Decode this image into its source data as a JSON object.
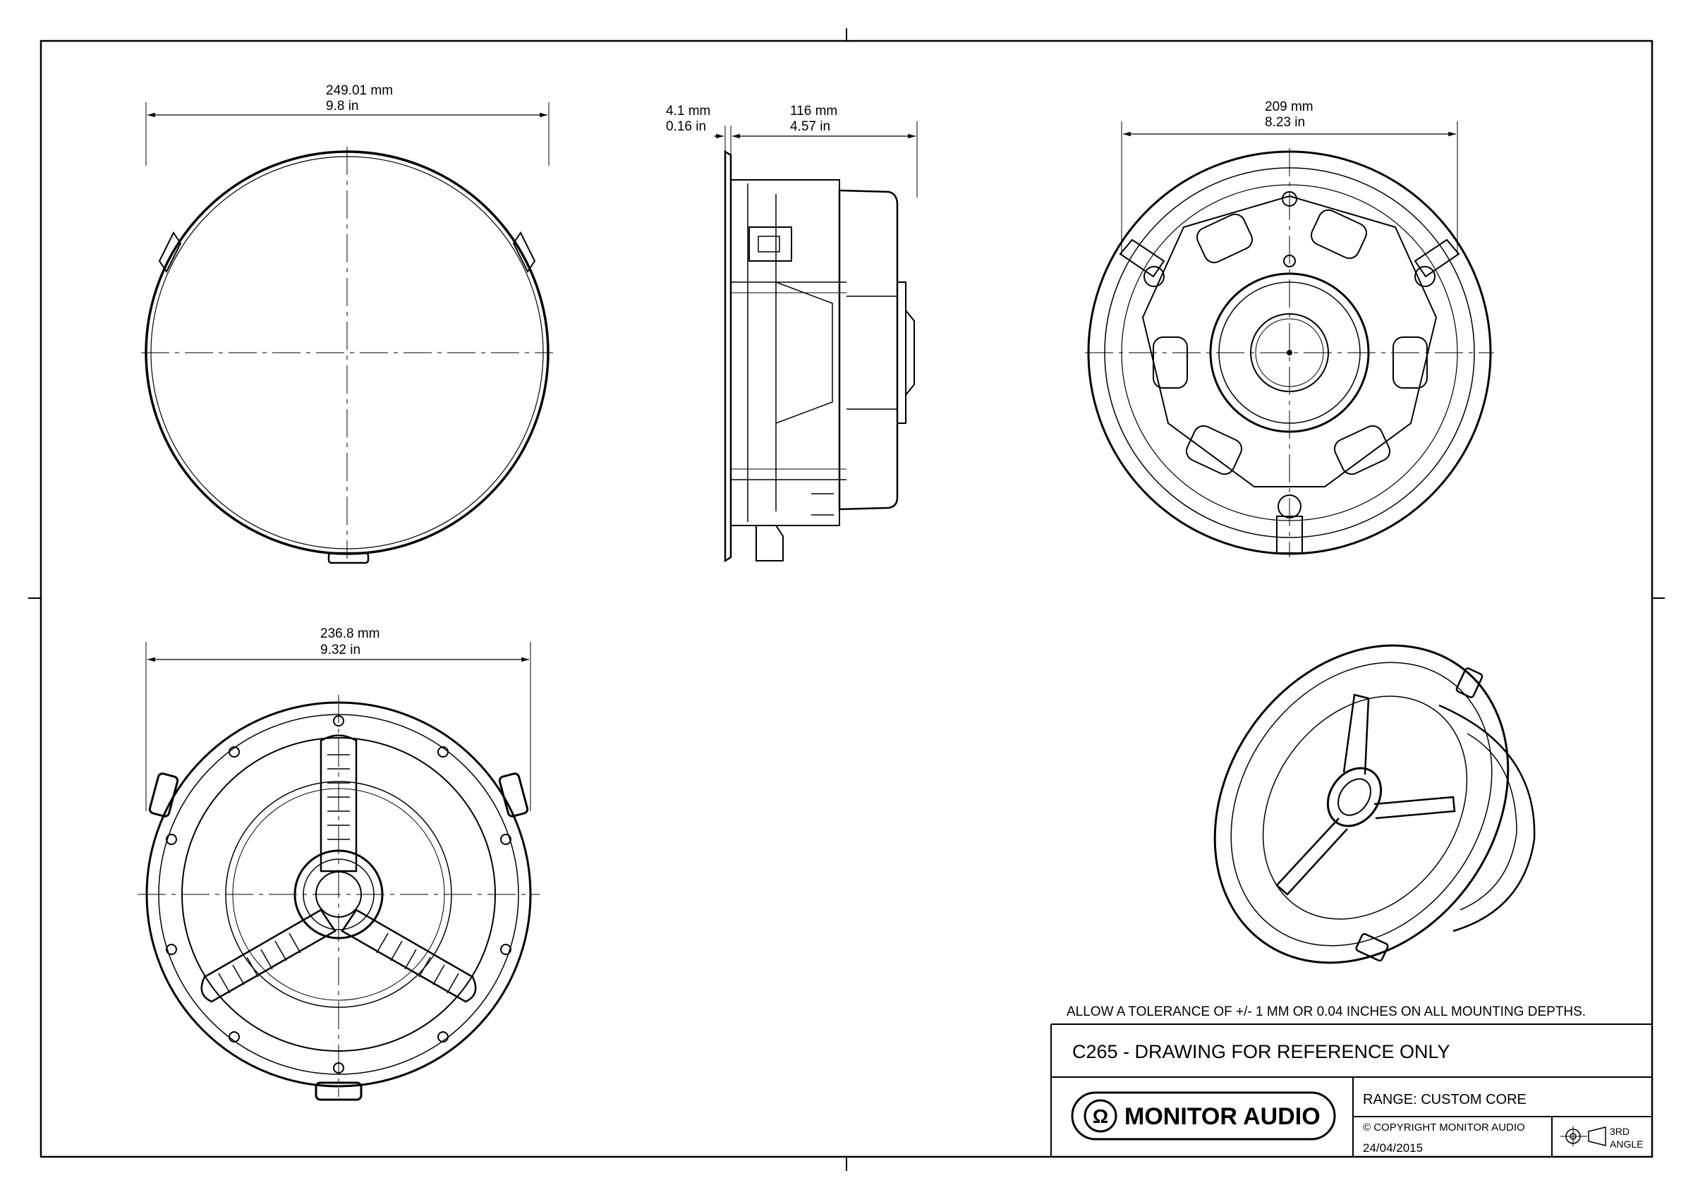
{
  "dimensions": {
    "front_diameter": {
      "mm": "249.01 mm",
      "in": "9.8 in"
    },
    "flange_depth": {
      "mm": "4.1 mm",
      "in": "0.16 in"
    },
    "mounting_depth": {
      "mm": "116 mm",
      "in": "4.57 in"
    },
    "cutout_diameter": {
      "mm": "209 mm",
      "in": "8.23 in"
    },
    "outer_diameter": {
      "mm": "236.8 mm",
      "in": "9.32 in"
    }
  },
  "notes": {
    "tolerance": "ALLOW A TOLERANCE OF +/- 1 MM OR 0.04 INCHES ON ALL MOUNTING DEPTHS."
  },
  "title_block": {
    "title": "C265 - DRAWING FOR REFERENCE ONLY",
    "brand": "MONITOR AUDIO",
    "range": "RANGE: CUSTOM CORE",
    "copyright": "© COPYRIGHT MONITOR AUDIO",
    "date": "24/04/2015",
    "projection_line1": "3RD",
    "projection_line2": "ANGLE"
  }
}
